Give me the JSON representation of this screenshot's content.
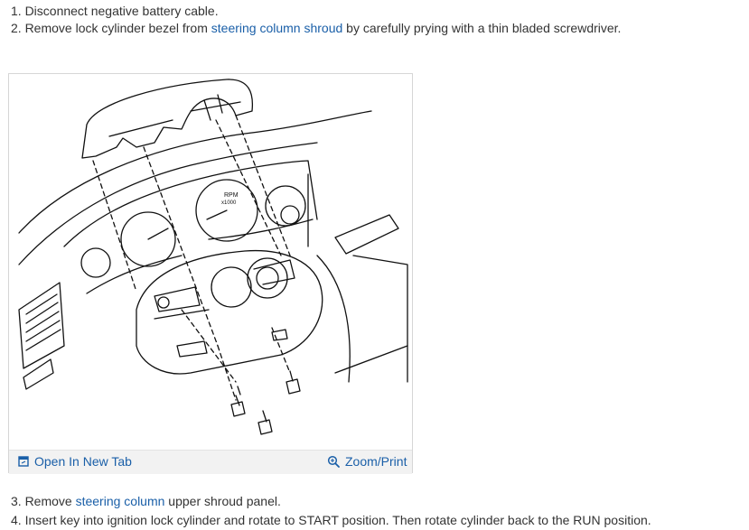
{
  "steps_top": [
    {
      "text": "1. Disconnect negative battery cable."
    },
    {
      "prefix": "2. Remove lock cylinder bezel from ",
      "link": "steering column shroud",
      "suffix": " by carefully prying with a thin bladed screwdriver."
    }
  ],
  "figure": {
    "open_label": "Open In New Tab",
    "zoom_label": "Zoom/Print",
    "open_icon": "open-in-new-tab-icon",
    "zoom_icon": "magnifier-icon",
    "gauge_text": {
      "rpm": "RPM",
      "rpm_scale": "x1000"
    }
  },
  "steps_bottom": [
    {
      "prefix": "3. Remove ",
      "link": "steering column",
      "suffix": " upper shroud panel."
    },
    {
      "text": "4. Insert key into ignition lock cylinder and rotate to START position. Then rotate cylinder back to the RUN position."
    }
  ],
  "colors": {
    "link": "#1a5fa8",
    "text": "#333333",
    "footer_bg": "#f2f2f2"
  }
}
